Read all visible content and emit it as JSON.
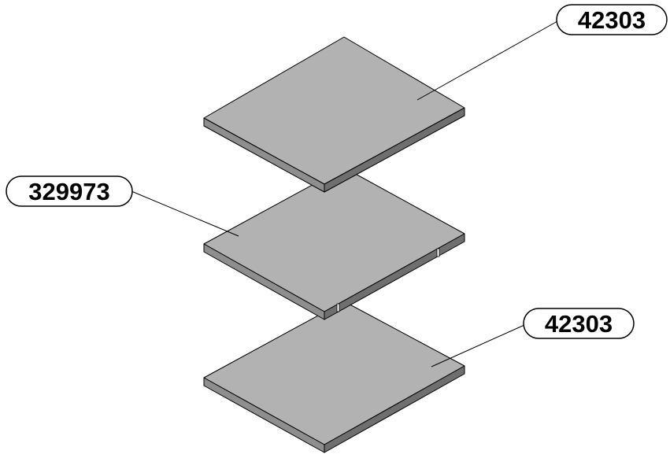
{
  "colors": {
    "panel_top": "#b2b2b2",
    "panel_edge": "#8e8e8e",
    "panel_edge_dark": "#6f6f6f",
    "line": "#000000",
    "background": "#ffffff"
  },
  "callouts": [
    {
      "label": "42303"
    },
    {
      "label": "329973"
    },
    {
      "label": "42303"
    }
  ]
}
